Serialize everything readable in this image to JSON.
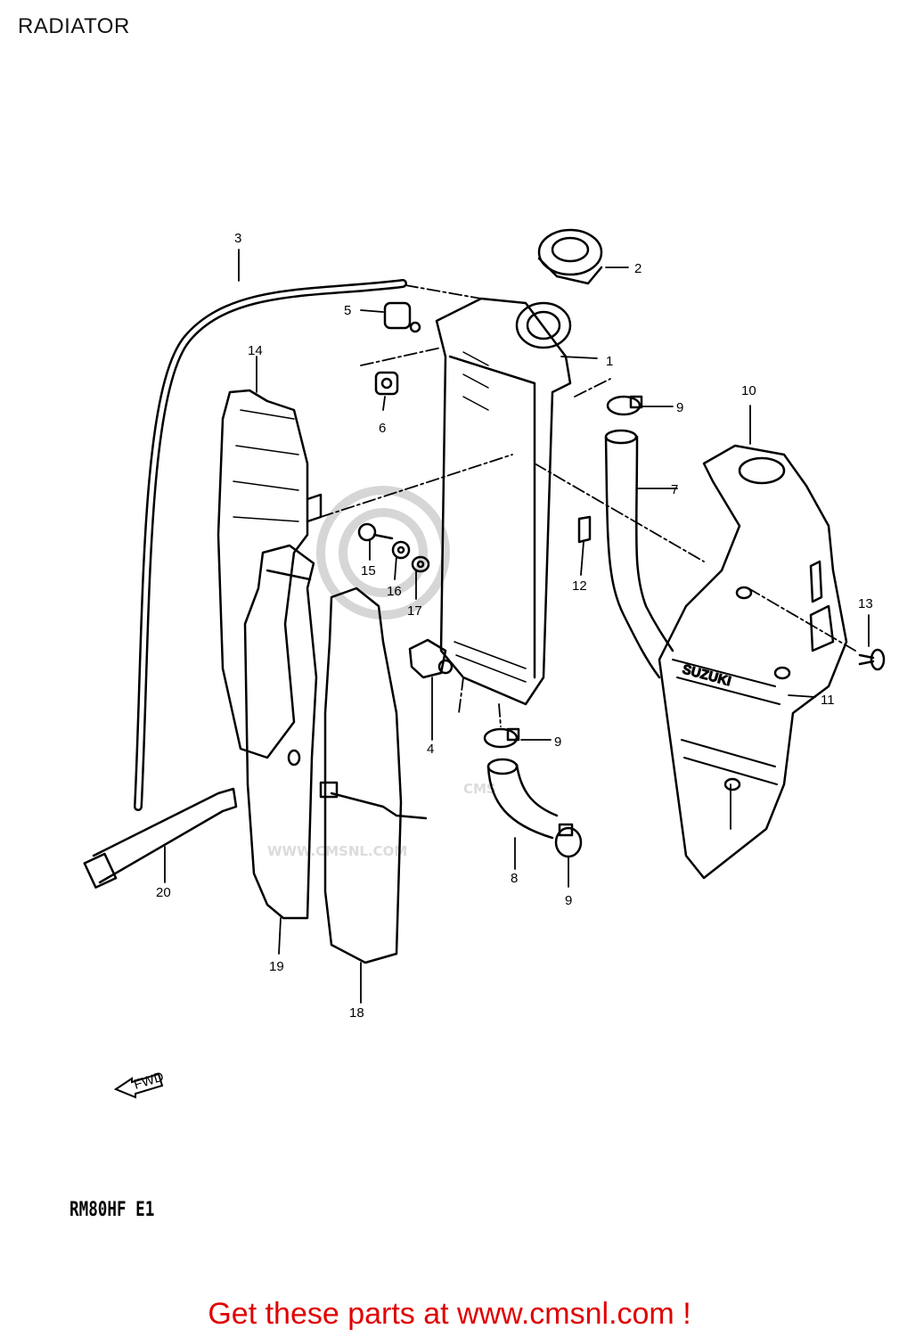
{
  "title": "RADIATOR",
  "model_code": "RM80HF E1",
  "footer": "Get these parts at www.cmsnl.com !",
  "brand_text": "SUZUKI",
  "fwd_label": "FWD",
  "watermark": {
    "text": "CMS",
    "url": "WWW.CMSNL.COM"
  },
  "colors": {
    "line": "#000000",
    "footer": "#e00000",
    "watermark": "#d6d6d6"
  },
  "parts": [
    {
      "num": "1"
    },
    {
      "num": "2"
    },
    {
      "num": "3"
    },
    {
      "num": "4"
    },
    {
      "num": "5"
    },
    {
      "num": "6"
    },
    {
      "num": "7"
    },
    {
      "num": "8"
    },
    {
      "num": "9"
    },
    {
      "num": "9"
    },
    {
      "num": "9"
    },
    {
      "num": "10"
    },
    {
      "num": "11"
    },
    {
      "num": "12"
    },
    {
      "num": "13"
    },
    {
      "num": "14"
    },
    {
      "num": "15"
    },
    {
      "num": "16"
    },
    {
      "num": "17"
    },
    {
      "num": "18"
    },
    {
      "num": "19"
    },
    {
      "num": "20"
    }
  ]
}
